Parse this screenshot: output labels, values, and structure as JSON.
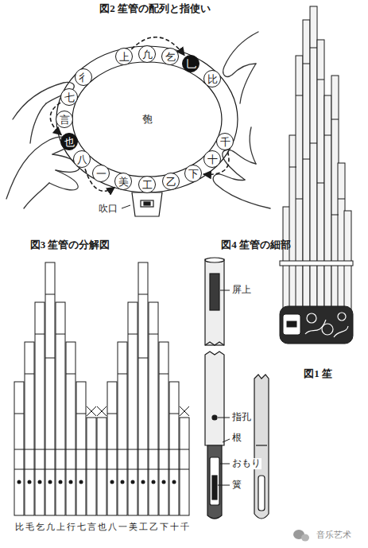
{
  "diagram": {
    "nodes": [
      {
        "text": [
          "上"
        ]
      },
      {
        "text": [
          "凢"
        ]
      },
      {
        "text": [
          "乞"
        ]
      },
      {
        "text": [
          "乚"
        ]
      },
      {
        "text": [
          "比"
        ]
      },
      {
        "text": [
          "千"
        ]
      },
      {
        "text": [
          "十"
        ]
      },
      {
        "text": [
          "下"
        ]
      },
      {
        "text": [
          "乙"
        ]
      },
      {
        "text": [
          "工"
        ]
      },
      {
        "text": [
          "美"
        ]
      },
      {
        "text": [
          "一"
        ]
      },
      {
        "text": [
          "八"
        ]
      },
      {
        "text": [
          "也"
        ]
      },
      {
        "text": [
          "言"
        ]
      },
      {
        "text": [
          "七"
        ]
      },
      {
        "text": [
          "彳"
        ]
      }
    ],
    "edges": [
      {
        "from": 0,
        "to": 3,
        "arrow": "to"
      },
      {
        "from": 5,
        "to": 7,
        "arrow": "to"
      },
      {
        "from": 15,
        "to": 13,
        "arrow": "to"
      },
      {
        "from": 12,
        "to": 10,
        "arrow": "to"
      }
    ],
    "labels": [
      "図2 笙管の配列と指使い",
      "匏",
      "吹口",
      "図3 笙管の分解図",
      "比",
      "毛",
      "乞",
      "凢",
      "上",
      "行",
      "七",
      "言",
      "也",
      "八",
      "一",
      "美",
      "工",
      "乙",
      "下",
      "十",
      "千",
      "図4 笙管の細部",
      "屏上",
      "指孔",
      "根",
      "おもり",
      "簧",
      "図1 笙",
      "音乐艺术"
    ]
  }
}
